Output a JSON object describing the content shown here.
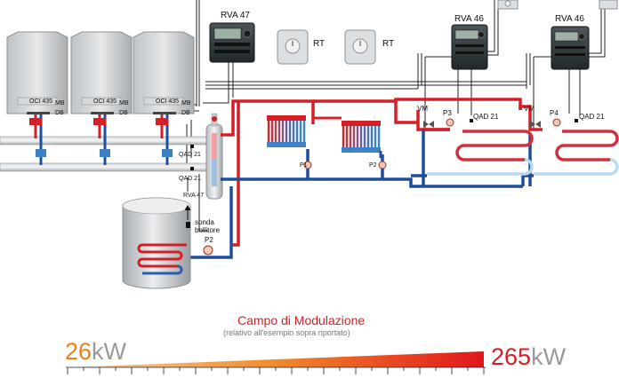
{
  "controllers": {
    "rva47_top": "RVA 47",
    "rva46_left": "RVA 46",
    "rva46_right": "RVA 46",
    "rva47_small": "RVA 47"
  },
  "thermostats": {
    "rt1": "RT",
    "rt2": "RT"
  },
  "boilers": [
    {
      "model": "OCI 435",
      "mb": "MB",
      "db": "DB"
    },
    {
      "model": "OCI 435",
      "mb": "MB",
      "db": "DB"
    },
    {
      "model": "OCI 435",
      "mb": "MB",
      "db": "DB"
    }
  ],
  "sensors": {
    "qad_main_1": "QAD 21",
    "qad_main_2": "QAD 21",
    "qad_zone_1": "QAD 21",
    "qad_zone_2": "QAD 21"
  },
  "pumps": {
    "p1": "P1",
    "p2_rad": "P2",
    "p2_tank": "P2",
    "p3": "P3",
    "p4": "P4"
  },
  "valves": {
    "vm1": "VM",
    "vm2": "VM"
  },
  "tank": {
    "sonda_line1": "sonda",
    "sonda_line2": "bollitore"
  },
  "modulation": {
    "title": "Campo di Modulazione",
    "subtitle": "(relativo all'esempio sopra riportato)",
    "min_value": "26",
    "max_value": "265",
    "unit": "kW"
  },
  "colors": {
    "hot": "#d51f26",
    "cold": "#1f4e9c",
    "grad_start": "#f7c08a",
    "grad_end": "#e0161b"
  }
}
